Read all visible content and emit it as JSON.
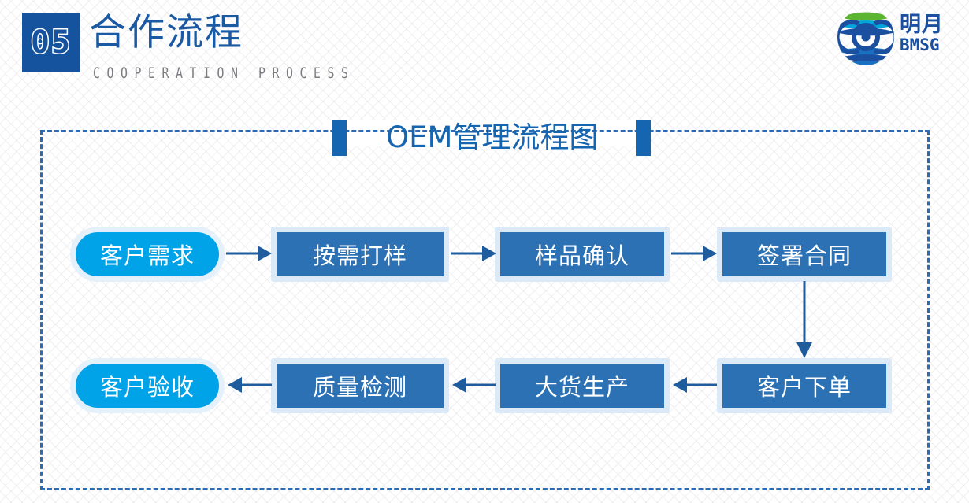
{
  "header": {
    "number": "05",
    "title": "合作流程",
    "subtitle": "COOPERATION PROCESS",
    "number_badge_color": "#15539E",
    "title_color": "#1B5AA3",
    "subtitle_color": "#7B7B80"
  },
  "logo": {
    "icon_name": "mingyue-globe-logo",
    "chinese_name": "明月",
    "english_name": "BMSG",
    "brand_color": "#1B4FA0",
    "accent_green": "#5CB531",
    "accent_cyan": "#00A5DC"
  },
  "diagram": {
    "title": "OEM管理流程图",
    "title_color": "#1565B0",
    "bar_color": "#1565B0",
    "frame_border_color": "#2A6BB3",
    "nodes": [
      {
        "id": "kehuxuqiu",
        "label": "客户需求",
        "shape": "pill",
        "fill": "#00A3E8",
        "row": 1,
        "col": 1
      },
      {
        "id": "anxudayang",
        "label": "按需打样",
        "shape": "rect",
        "fill": "#2C71B4",
        "row": 1,
        "col": 2
      },
      {
        "id": "yangpinqueren",
        "label": "样品确认",
        "shape": "rect",
        "fill": "#2C71B4",
        "row": 1,
        "col": 3
      },
      {
        "id": "qianshuhetong",
        "label": "签署合同",
        "shape": "rect",
        "fill": "#2C71B4",
        "row": 1,
        "col": 4
      },
      {
        "id": "kehuyanshou",
        "label": "客户验收",
        "shape": "pill",
        "fill": "#00A3E8",
        "row": 2,
        "col": 1
      },
      {
        "id": "zhiliangjiance",
        "label": "质量检测",
        "shape": "rect",
        "fill": "#2C71B4",
        "row": 2,
        "col": 2
      },
      {
        "id": "dahuoshengchan",
        "label": "大货生产",
        "shape": "rect",
        "fill": "#2C71B4",
        "row": 2,
        "col": 3
      },
      {
        "id": "kehuxiadan",
        "label": "客户下单",
        "shape": "rect",
        "fill": "#2C71B4",
        "row": 2,
        "col": 4
      }
    ],
    "arrows": [
      {
        "from": "kehuxuqiu",
        "to": "anxudayang",
        "direction": "right"
      },
      {
        "from": "anxudayang",
        "to": "yangpinqueren",
        "direction": "right"
      },
      {
        "from": "yangpinqueren",
        "to": "qianshuhetong",
        "direction": "right"
      },
      {
        "from": "qianshuhetong",
        "to": "kehuxiadan",
        "direction": "down"
      },
      {
        "from": "kehuxiadan",
        "to": "dahuoshengchan",
        "direction": "left"
      },
      {
        "from": "dahuoshengchan",
        "to": "zhiliangjiance",
        "direction": "left"
      },
      {
        "from": "zhiliangjiance",
        "to": "kehuyanshou",
        "direction": "left"
      }
    ],
    "arrow_color": "#1F5C9E"
  }
}
